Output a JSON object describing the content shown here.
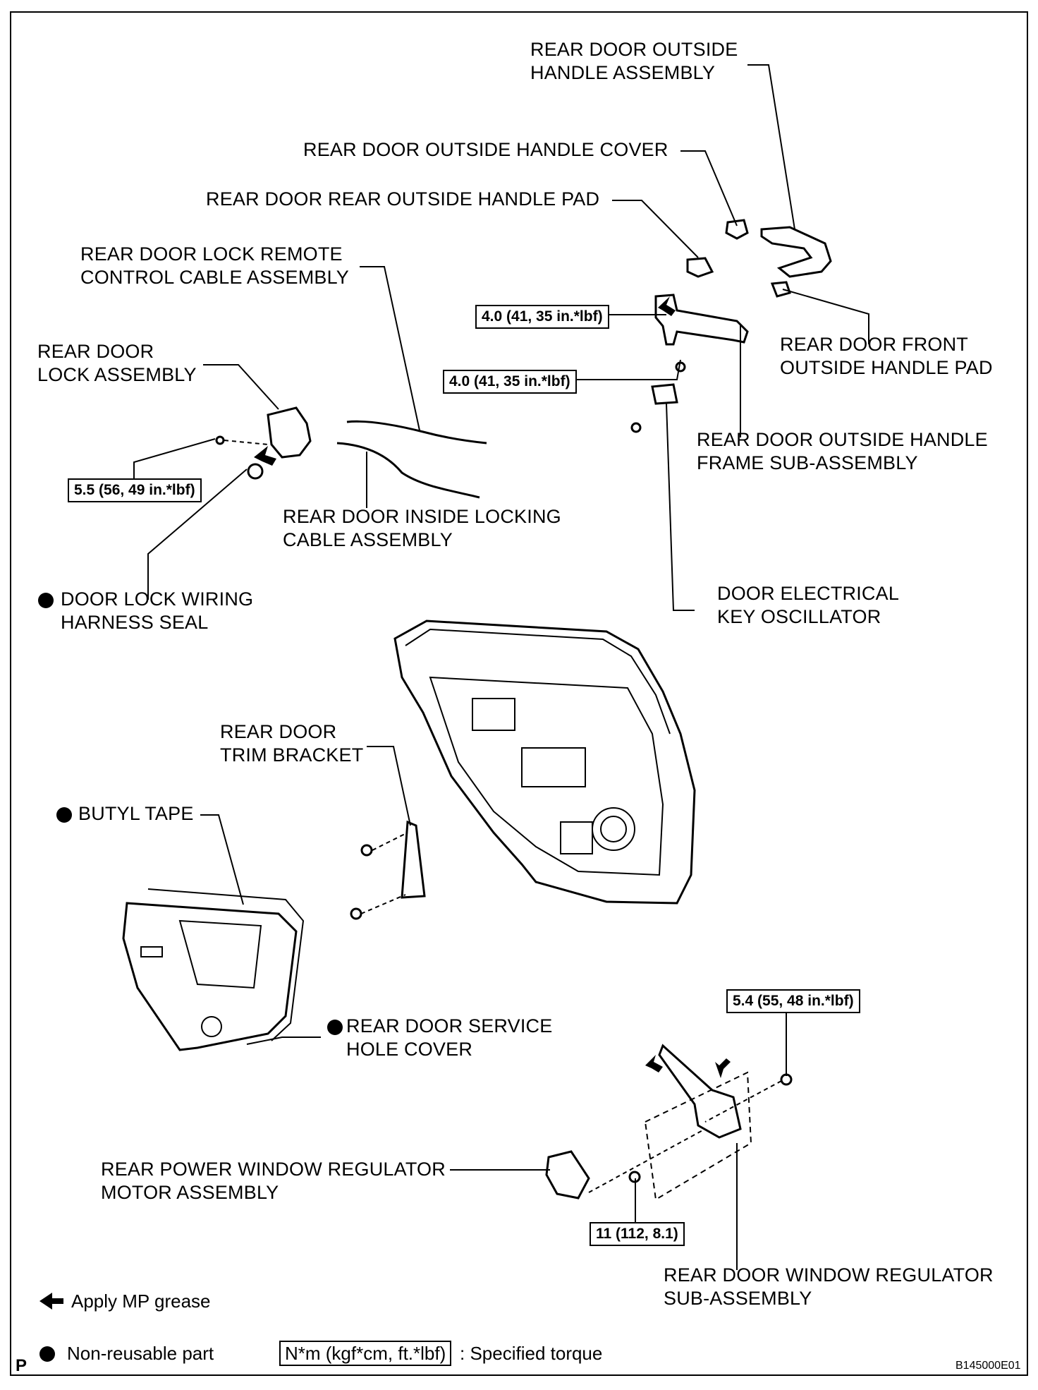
{
  "labels": {
    "outside_handle_assembly": "REAR DOOR OUTSIDE\nHANDLE ASSEMBLY",
    "outside_handle_cover": "REAR DOOR OUTSIDE HANDLE COVER",
    "rear_outside_handle_pad": "REAR DOOR REAR OUTSIDE HANDLE PAD",
    "lock_remote_cable": "REAR DOOR LOCK REMOTE\nCONTROL CABLE ASSEMBLY",
    "lock_assembly": "REAR DOOR\nLOCK ASSEMBLY",
    "front_outside_handle_pad": "REAR DOOR FRONT\nOUTSIDE HANDLE PAD",
    "outside_handle_frame": "REAR DOOR OUTSIDE HANDLE\nFRAME SUB-ASSEMBLY",
    "inside_locking_cable": "REAR DOOR INSIDE LOCKING\nCABLE ASSEMBLY",
    "wiring_harness_seal": "DOOR LOCK WIRING\nHARNESS SEAL",
    "key_oscillator": "DOOR ELECTRICAL\nKEY OSCILLATOR",
    "trim_bracket": "REAR DOOR\nTRIM BRACKET",
    "butyl_tape": "BUTYL TAPE",
    "service_hole_cover": "REAR DOOR SERVICE\nHOLE COVER",
    "regulator_motor": "REAR POWER WINDOW REGULATOR\nMOTOR ASSEMBLY",
    "window_regulator": "REAR DOOR WINDOW REGULATOR\nSUB-ASSEMBLY"
  },
  "torques": {
    "handle_frame_upper": "4.0 (41, 35 in.*lbf)",
    "handle_frame_lower": "4.0 (41, 35 in.*lbf)",
    "lock_assembly": "5.5 (56, 49 in.*lbf)",
    "regulator_bolt": "5.4 (55, 48 in.*lbf)",
    "motor_bolt": "11 (112, 8.1)"
  },
  "legend": {
    "grease": "Apply MP grease",
    "non_reusable": "Non-reusable part",
    "torque_box": "N*m (kgf*cm, ft.*lbf)",
    "torque_text": ": Specified torque"
  },
  "footer": {
    "page_mark": "P",
    "code": "B145000E01"
  }
}
